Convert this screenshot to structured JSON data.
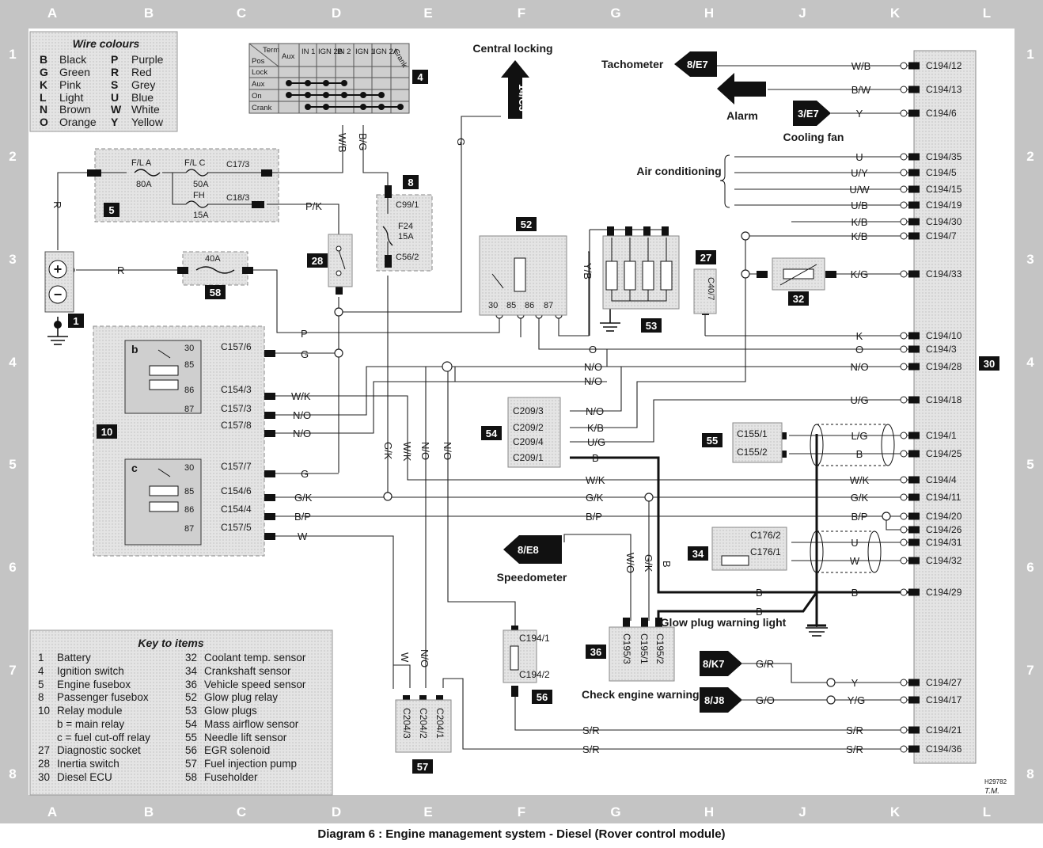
{
  "caption": "Diagram 6 : Engine management system - Diesel (Rover control module)",
  "drawing_ref": "H29782",
  "signature": "T.M.",
  "grid": {
    "columns": [
      "A",
      "B",
      "C",
      "D",
      "E",
      "F",
      "G",
      "H",
      "J",
      "K",
      "L"
    ],
    "rows": [
      "1",
      "2",
      "3",
      "4",
      "5",
      "6",
      "7",
      "8"
    ]
  },
  "wire_colours": {
    "title": "Wire colours",
    "items": [
      {
        "code": "B",
        "name": "Black"
      },
      {
        "code": "G",
        "name": "Green"
      },
      {
        "code": "K",
        "name": "Pink"
      },
      {
        "code": "L",
        "name": "Light"
      },
      {
        "code": "N",
        "name": "Brown"
      },
      {
        "code": "O",
        "name": "Orange"
      },
      {
        "code": "P",
        "name": "Purple"
      },
      {
        "code": "R",
        "name": "Red"
      },
      {
        "code": "S",
        "name": "Grey"
      },
      {
        "code": "U",
        "name": "Blue"
      },
      {
        "code": "W",
        "name": "White"
      },
      {
        "code": "Y",
        "name": "Yellow"
      }
    ]
  },
  "key_to_items": {
    "title": "Key to items",
    "items": [
      {
        "num": "1",
        "name": "Battery"
      },
      {
        "num": "4",
        "name": "Ignition switch"
      },
      {
        "num": "5",
        "name": "Engine fusebox"
      },
      {
        "num": "8",
        "name": "Passenger fusebox"
      },
      {
        "num": "10",
        "name": "Relay module"
      },
      {
        "num": "",
        "name": "b = main relay"
      },
      {
        "num": "",
        "name": "c = fuel cut-off relay"
      },
      {
        "num": "27",
        "name": "Diagnostic socket"
      },
      {
        "num": "28",
        "name": "Inertia switch"
      },
      {
        "num": "30",
        "name": "Diesel ECU"
      },
      {
        "num": "32",
        "name": "Coolant temp. sensor"
      },
      {
        "num": "34",
        "name": "Crankshaft sensor"
      },
      {
        "num": "36",
        "name": "Vehicle speed sensor"
      },
      {
        "num": "52",
        "name": "Glow plug relay"
      },
      {
        "num": "53",
        "name": "Glow plugs"
      },
      {
        "num": "54",
        "name": "Mass airflow sensor"
      },
      {
        "num": "55",
        "name": "Needle lift sensor"
      },
      {
        "num": "56",
        "name": "EGR solenoid"
      },
      {
        "num": "57",
        "name": "Fuel injection pump"
      },
      {
        "num": "58",
        "name": "Fuseholder"
      }
    ]
  },
  "ignition_table": {
    "headers": [
      "Term",
      "Pos",
      "Aux",
      "IN 1",
      "IGN 2B",
      "IN 2",
      "IGN 1",
      "IGN 2A",
      "Crank"
    ],
    "rows": [
      "Lock",
      "Aux",
      "On",
      "Crank"
    ]
  },
  "annotations": {
    "central_locking": "Central locking",
    "tachometer": "Tachometer",
    "alarm": "Alarm",
    "cooling_fan": "Cooling fan",
    "air_conditioning": "Air conditioning",
    "speedometer": "Speedometer",
    "glow_plug_light": "Glow plug warning light",
    "check_engine_light": "Check engine warning light"
  },
  "refs": {
    "central_locking": "14/C3",
    "tachometer": "8/E7",
    "cooling_fan": "3/E7",
    "speedometer": "8/E8",
    "glow_plug_light": "8/K7",
    "check_engine_light": "8/J8"
  },
  "badges": {
    "b1": "1",
    "b4": "4",
    "b5": "5",
    "b8": "8",
    "b10": "10",
    "b27": "27",
    "b28": "28",
    "b30": "30",
    "b32": "32",
    "b34": "34",
    "b36": "36",
    "b52": "52",
    "b53": "53",
    "b54": "54",
    "b55": "55",
    "b56": "56",
    "b57": "57",
    "b58": "58"
  },
  "fuses": {
    "fla": "F/L A",
    "fla_rating": "80A",
    "flc": "F/L C",
    "flc_rating": "50A",
    "fh": "FH",
    "fh_rating": "15A",
    "c17": "C17/3",
    "c18": "C18/3",
    "f58_rating": "40A",
    "c99": "C99/1",
    "f24": "F24",
    "f24_rating": "15A",
    "c56": "C56/2"
  },
  "relay_terminals": {
    "t30": "30",
    "t85": "85",
    "t86": "86",
    "t87": "87",
    "b": "b",
    "c": "c"
  },
  "connectors": {
    "c157_6": "C157/6",
    "c154_3": "C154/3",
    "c157_3": "C157/3",
    "c157_8": "C157/8",
    "c157_7": "C157/7",
    "c154_6": "C154/6",
    "c154_4": "C154/4",
    "c157_5": "C157/5",
    "c209_3": "C209/3",
    "c209_2": "C209/2",
    "c209_4": "C209/4",
    "c209_1": "C209/1",
    "c155_1": "C155/1",
    "c155_2": "C155/2",
    "c176_2": "C176/2",
    "c176_1": "C176/1",
    "c194_1": "C194/1",
    "c194_2": "C194/2",
    "c195_3": "C195/3",
    "c195_1": "C195/1",
    "c195_2": "C195/2",
    "c204_3": "C204/3",
    "c204_2": "C204/2",
    "c204_1": "C204/1",
    "c40_7": "C40/7"
  },
  "ecu_pins": [
    {
      "label": "C194/12",
      "wire": "W/B"
    },
    {
      "label": "C194/13",
      "wire": "B/W"
    },
    {
      "label": "C194/6",
      "wire": "Y"
    },
    {
      "label": "C194/35",
      "wire": "U"
    },
    {
      "label": "C194/5",
      "wire": "U/Y"
    },
    {
      "label": "C194/15",
      "wire": "U/W"
    },
    {
      "label": "C194/19",
      "wire": "U/B"
    },
    {
      "label": "C194/30",
      "wire": "K/B"
    },
    {
      "label": "C194/7",
      "wire": "K/B"
    },
    {
      "label": "C194/33",
      "wire": "K/G"
    },
    {
      "label": "C194/10",
      "wire": "K"
    },
    {
      "label": "C194/3",
      "wire": "O"
    },
    {
      "label": "C194/28",
      "wire": "N/O"
    },
    {
      "label": "C194/18",
      "wire": "U/G"
    },
    {
      "label": "C194/1",
      "wire": "L/G"
    },
    {
      "label": "C194/25",
      "wire": "B"
    },
    {
      "label": "C194/4",
      "wire": "W/K"
    },
    {
      "label": "C194/11",
      "wire": "G/K"
    },
    {
      "label": "C194/20",
      "wire": "B/P"
    },
    {
      "label": "C194/26",
      "wire": ""
    },
    {
      "label": "C194/31",
      "wire": "U"
    },
    {
      "label": "C194/32",
      "wire": "W"
    },
    {
      "label": "C194/29",
      "wire": "B"
    },
    {
      "label": "C194/27",
      "wire": "Y"
    },
    {
      "label": "C194/17",
      "wire": "Y/G"
    },
    {
      "label": "C194/21",
      "wire": "S/R"
    },
    {
      "label": "C194/36",
      "wire": "S/R"
    }
  ],
  "wire_labels": {
    "r1": "R",
    "r2": "R",
    "wb": "W/B",
    "bg": "B/G",
    "g_top": "G",
    "pk": "P/K",
    "p": "P",
    "yb": "Y/B",
    "o": "O",
    "no1": "N/O",
    "no2": "N/O",
    "g1": "G",
    "wk1": "W/K",
    "no3": "N/O",
    "no4": "N/O",
    "g2": "G",
    "gk1": "G/K",
    "bp1": "B/P",
    "w1": "W",
    "v_gk": "G/K",
    "v_wk": "W/K",
    "v_no1": "N/O",
    "v_no2": "N/O",
    "no5": "N/O",
    "kb": "K/B",
    "ug": "U/G",
    "b1": "B",
    "wk2": "W/K",
    "gk2": "G/K",
    "bp2": "B/P",
    "wo": "W/O",
    "v_gk2": "G/K",
    "v_b": "B",
    "b_gnd1": "B",
    "b_gnd2": "B",
    "gr": "G/R",
    "go": "G/O",
    "sr1": "S/R",
    "sr2": "S/R",
    "v_w": "W",
    "v_no3": "N/O"
  }
}
